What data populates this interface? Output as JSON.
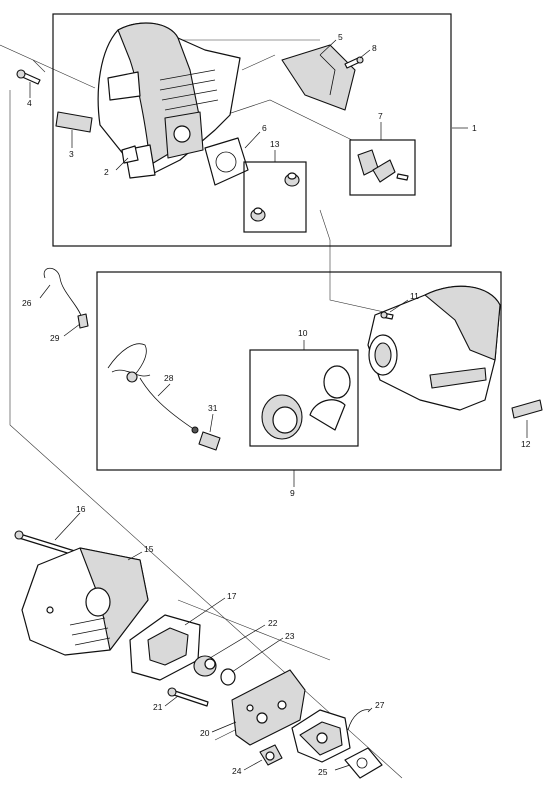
{
  "callouts": {
    "c1": "1",
    "c2": "2",
    "c3": "3",
    "c4": "4",
    "c5": "5",
    "c6": "6",
    "c7": "7",
    "c8": "8",
    "c9": "9",
    "c10": "10",
    "c11": "11",
    "c12": "12",
    "c13": "13",
    "c15": "15",
    "c16": "16",
    "c17": "17",
    "c20": "20",
    "c21": "21",
    "c22": "22",
    "c23": "23",
    "c24": "24",
    "c25": "25",
    "c26": "26",
    "c27": "27",
    "c28": "28",
    "c29": "29",
    "c31": "31"
  }
}
